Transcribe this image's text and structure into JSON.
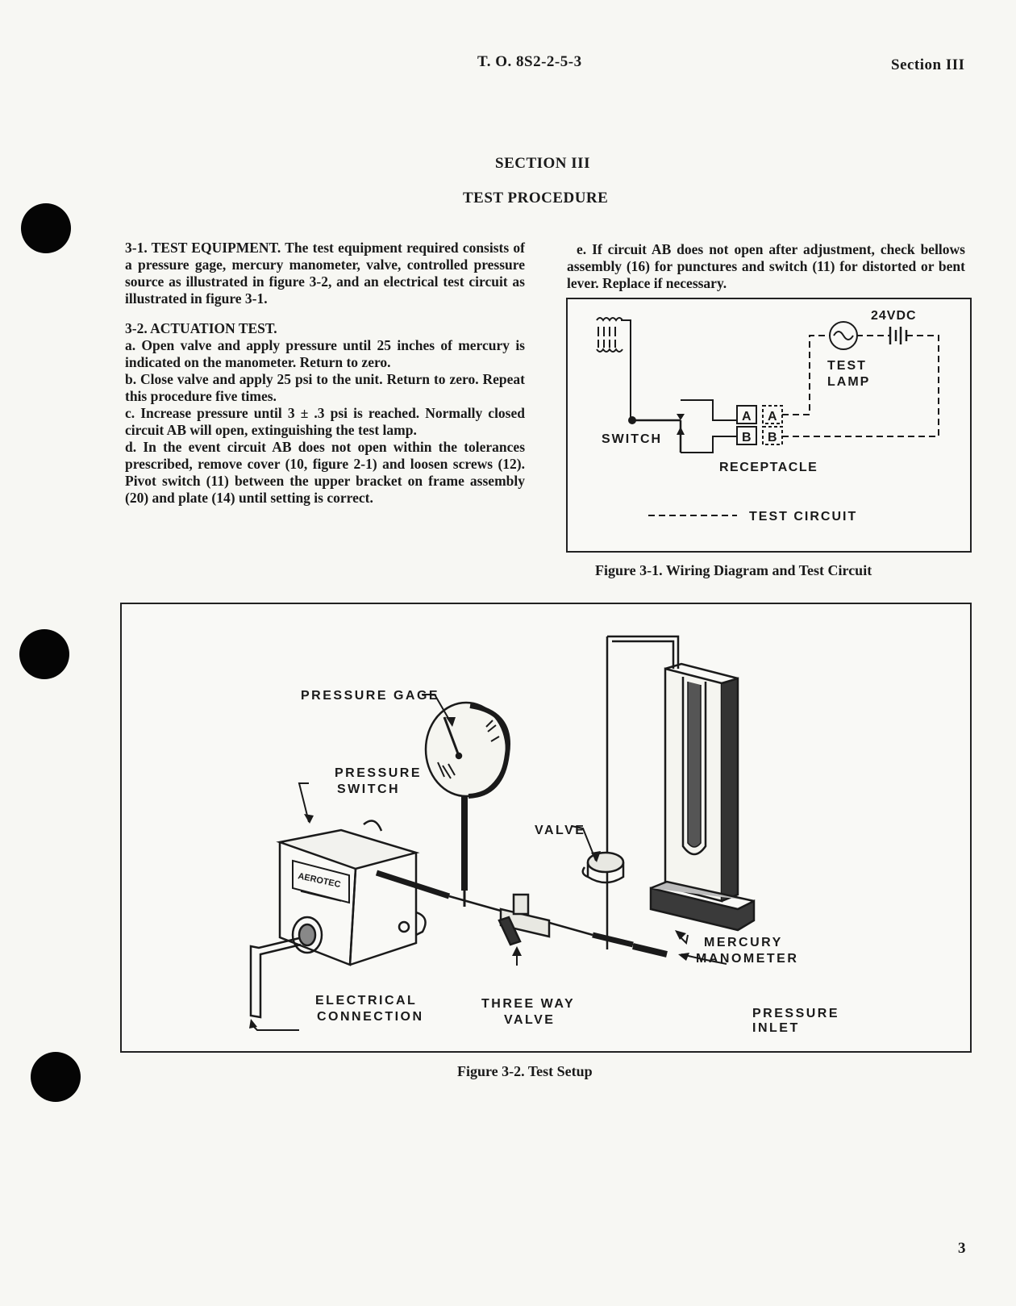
{
  "header": {
    "doc_number": "T. O. 8S2-2-5-3",
    "section_label": "Section III"
  },
  "section_title": "SECTION III",
  "section_subtitle": "TEST PROCEDURE",
  "left_column": {
    "p3_1": "3-1.  TEST EQUIPMENT.  The test equipment required consists of a pressure gage, mercury manometer, valve, controlled pressure source as illustrated in figure 3-2, and an electrical test circuit as illustrated in figure 3-1.",
    "p3_2_heading": "3-2.  ACTUATION TEST.",
    "step_a": " a.  Open valve and apply pressure until 25 inches of mercury is indicated on the manometer.  Return to zero.",
    "step_b": " b.  Close valve and apply 25 psi to the unit.  Return to zero.  Repeat this procedure five times.",
    "step_c": " c.  Increase pressure until 3 ± .3 psi is reached. Normally closed circuit AB will open, extinguishing the test lamp.",
    "step_d": "d.  In the event circuit AB does not open within the tolerances prescribed, remove cover (10, figure 2-1) and loosen screws (12).  Pivot switch (11) between the upper bracket on frame assembly (20) and plate (14) until setting is correct."
  },
  "right_column": {
    "step_e": "e.  If circuit AB does not open after adjustment, check bellows assembly (16) for punctures and switch (11) for distorted or bent lever.  Replace if necessary."
  },
  "figure_3_1": {
    "voltage": "24VDC",
    "test_lamp_line1": "TEST",
    "test_lamp_line2": "LAMP",
    "switch": "SWITCH",
    "pin_a": "A",
    "pin_b": "B",
    "receptacle": "RECEPTACLE",
    "legend": "TEST CIRCUIT",
    "caption": "Figure 3-1.  Wiring Diagram and Test Circuit"
  },
  "figure_3_2": {
    "pressure_gage": "PRESSURE GAGE",
    "pressure_switch_line1": "PRESSURE",
    "pressure_switch_line2": "SWITCH",
    "valve": "VALVE",
    "mercury_line1": "MERCURY",
    "mercury_line2": "MANOMETER",
    "electrical_line1": "ELECTRICAL",
    "electrical_line2": "CONNECTION",
    "three_way_line1": "THREE WAY",
    "three_way_line2": "VALVE",
    "inlet_line1": "PRESSURE",
    "inlet_line2": "INLET",
    "nameplate": "AEROTEC",
    "caption": "Figure 3-2.  Test Setup"
  },
  "page_number": "3"
}
